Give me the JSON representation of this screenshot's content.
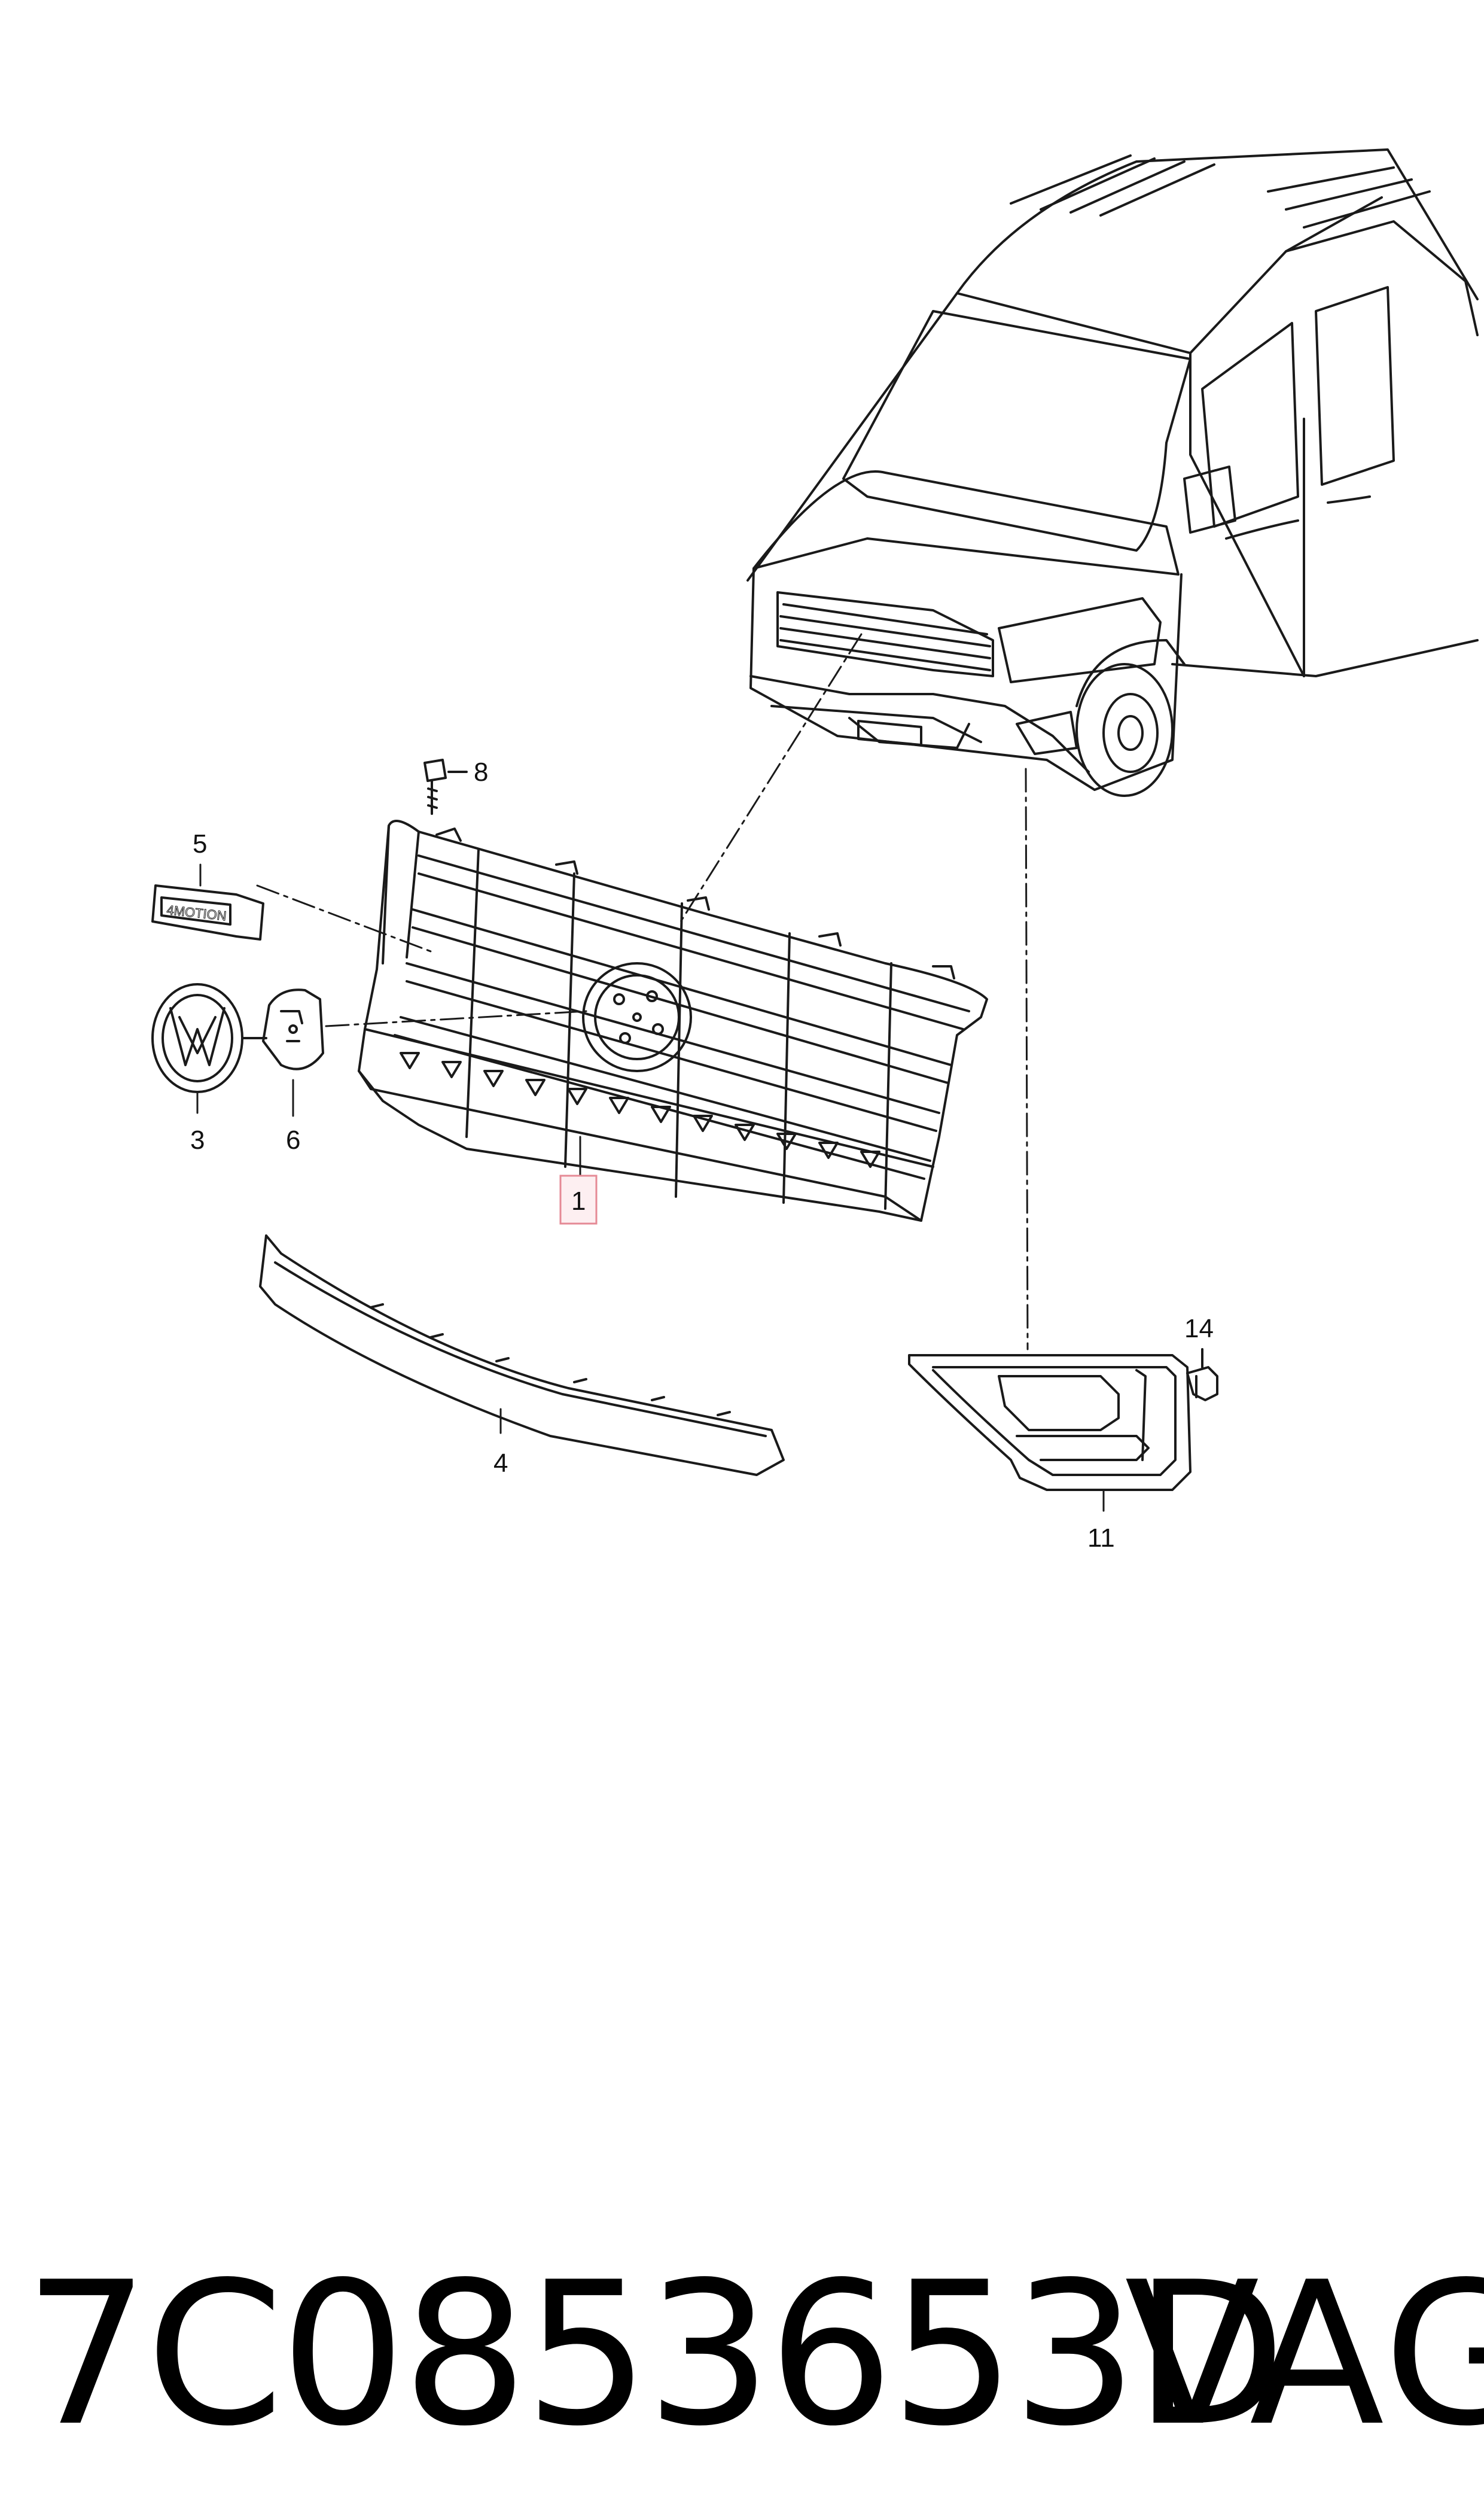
{
  "callouts": {
    "c1": "1",
    "c3": "3",
    "c4": "4",
    "c5": "5",
    "c6": "6",
    "c8": "8",
    "c11": "11",
    "c14": "14"
  },
  "highlighted_callout": "1",
  "part_number": "7C0853653D",
  "brand": "VAG",
  "colors": {
    "line": "#1a1a1a",
    "highlight_border": "#e58a95",
    "highlight_fill": "#fdeff1"
  }
}
